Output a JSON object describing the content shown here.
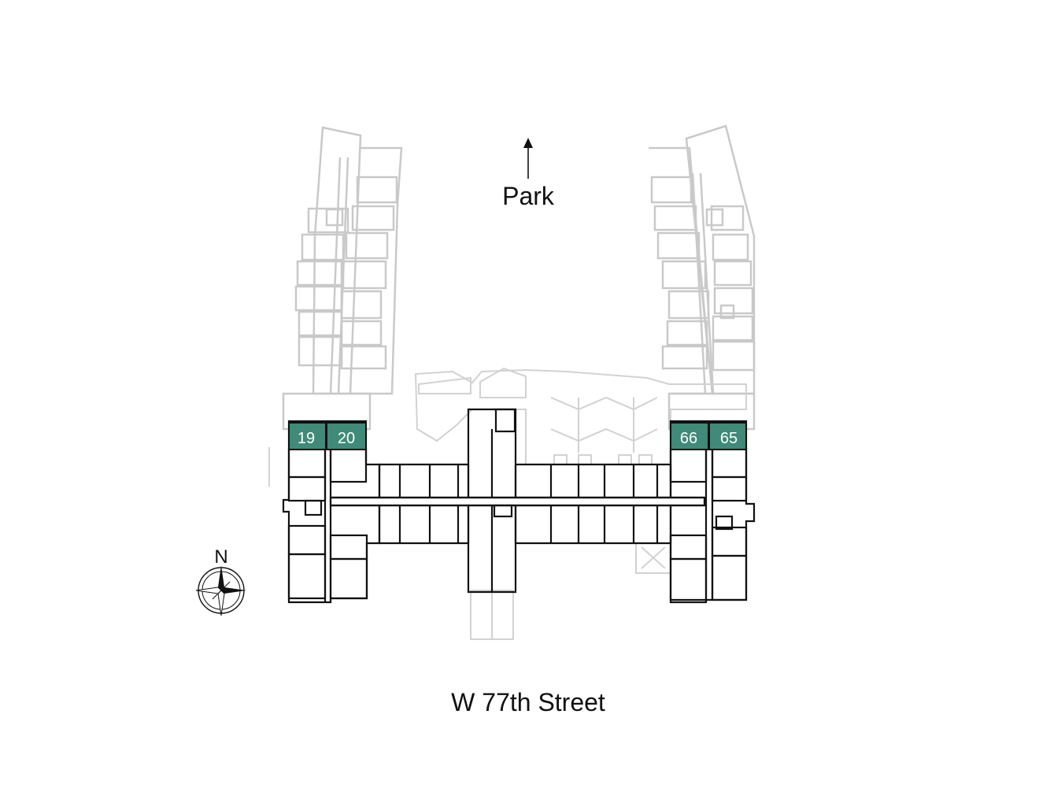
{
  "plan": {
    "north_label": "N",
    "park_label": "Park",
    "street_label": "W 77th Street",
    "highlight_color": "#3f8a78",
    "units": [
      {
        "id": "unit-19",
        "number": "19"
      },
      {
        "id": "unit-20",
        "number": "20"
      },
      {
        "id": "unit-66",
        "number": "66"
      },
      {
        "id": "unit-65",
        "number": "65"
      }
    ]
  }
}
